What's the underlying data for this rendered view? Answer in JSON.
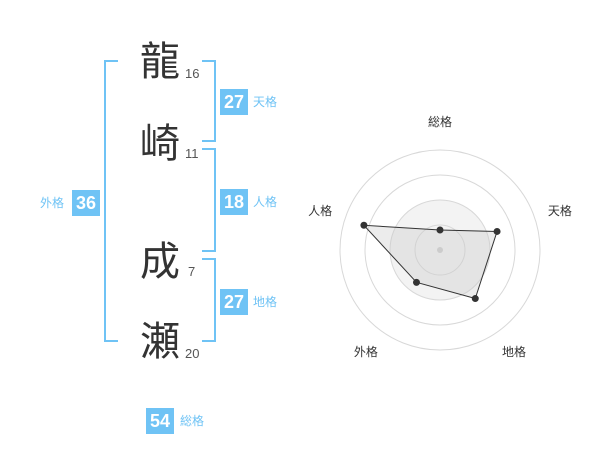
{
  "name_chars": [
    {
      "char": "龍",
      "strokes": "16"
    },
    {
      "char": "崎",
      "strokes": "11"
    },
    {
      "char": "成",
      "strokes": "7"
    },
    {
      "char": "瀬",
      "strokes": "20"
    }
  ],
  "fortunes": {
    "tenkaku": {
      "value": "27",
      "label": "天格"
    },
    "jinkaku": {
      "value": "18",
      "label": "人格"
    },
    "chikaku": {
      "value": "27",
      "label": "地格"
    },
    "gaikaku": {
      "value": "36",
      "label": "外格"
    },
    "soukaku": {
      "value": "54",
      "label": "総格"
    }
  },
  "chart_data": {
    "type": "radar",
    "axes": [
      "総格",
      "天格",
      "地格",
      "外格",
      "人格"
    ],
    "max": 5,
    "rings": 4,
    "values": [
      1,
      3,
      3,
      2,
      4
    ],
    "colors": {
      "fill": "#f0f0f0",
      "line": "#333333",
      "grid": "#d8d8d8",
      "accent": "#6fc3f5"
    }
  }
}
